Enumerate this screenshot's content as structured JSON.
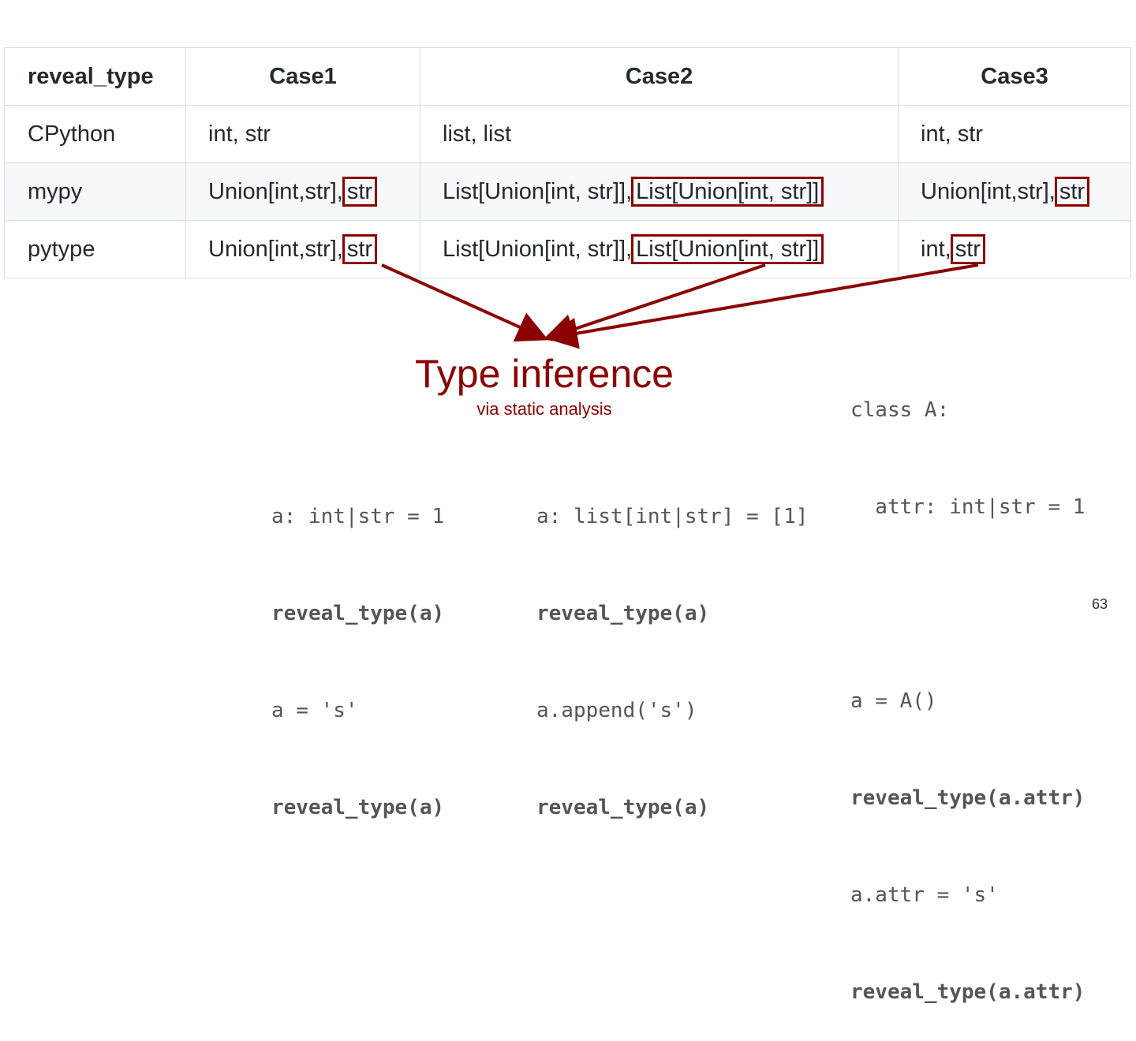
{
  "table": {
    "headers": [
      "reveal_type",
      "Case1",
      "Case2",
      "Case3"
    ],
    "rows": [
      {
        "label": "CPython",
        "cells": [
          {
            "pre": "int, str",
            "hl": ""
          },
          {
            "pre": "list, list",
            "hl": ""
          },
          {
            "pre": "int, str",
            "hl": ""
          }
        ]
      },
      {
        "label": "mypy",
        "cells": [
          {
            "pre": "Union[int,str],",
            "hl": "str"
          },
          {
            "pre": "List[Union[int, str]],",
            "hl": "List[Union[int, str]]"
          },
          {
            "pre": "Union[int,str],",
            "hl": "str"
          }
        ]
      },
      {
        "label": "pytype",
        "cells": [
          {
            "pre": "Union[int,str],",
            "hl": "str"
          },
          {
            "pre": "List[Union[int, str]],",
            "hl": "List[Union[int, str]]"
          },
          {
            "pre": "int,",
            "hl": "str"
          }
        ]
      }
    ]
  },
  "heading": {
    "title": "Type inference",
    "subtitle": "via static analysis"
  },
  "code": {
    "case1": [
      "a: int|str = 1",
      "reveal_type(a)",
      "a = 's'",
      "reveal_type(a)"
    ],
    "case2": [
      "a: list[int|str] = [1]",
      "reveal_type(a)",
      "a.append('s')",
      "reveal_type(a)"
    ],
    "case3": [
      "class A:",
      "  attr: int|str = 1",
      "",
      "a = A()",
      "reveal_type(a.attr)",
      "a.attr = 's'",
      "reveal_type(a.attr)"
    ]
  },
  "page_number": "63",
  "colors": {
    "accent": "#8b0000",
    "border": "#d5dde6",
    "stripe": "#f6f8fa"
  }
}
